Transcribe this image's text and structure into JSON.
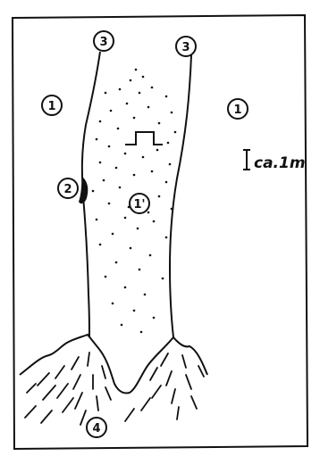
{
  "diagram": {
    "labels": {
      "outer_left": "1",
      "outer_right": "1",
      "inner": "1'",
      "marker_left": "2",
      "top_left": "3",
      "top_right": "3",
      "bottom": "4"
    },
    "scale_label": "ca.1m"
  },
  "colors": {
    "ink": "#111111",
    "paper": "#ffffff"
  }
}
